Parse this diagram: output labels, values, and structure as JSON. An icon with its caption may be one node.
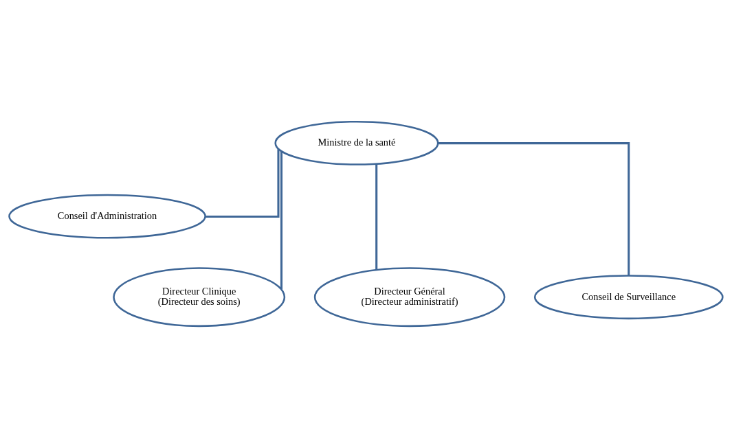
{
  "diagram": {
    "nodes": [
      {
        "text": [
          "Ministre de la santé"
        ]
      },
      {
        "text": [
          "Conseil d'Administration"
        ]
      },
      {
        "text": [
          "Directeur Clinique (Directeur des soins)"
        ]
      },
      {
        "text": [
          "Directeur Général (Directeur administratif)"
        ]
      },
      {
        "text": [
          "Conseil de Surveillance"
        ]
      }
    ],
    "edges": [
      {
        "from": 0,
        "to": 1,
        "arrow": "none"
      },
      {
        "from": 0,
        "to": 2,
        "arrow": "none"
      },
      {
        "from": 0,
        "to": 3,
        "arrow": "none"
      },
      {
        "from": 0,
        "to": 4,
        "arrow": "none"
      }
    ]
  }
}
